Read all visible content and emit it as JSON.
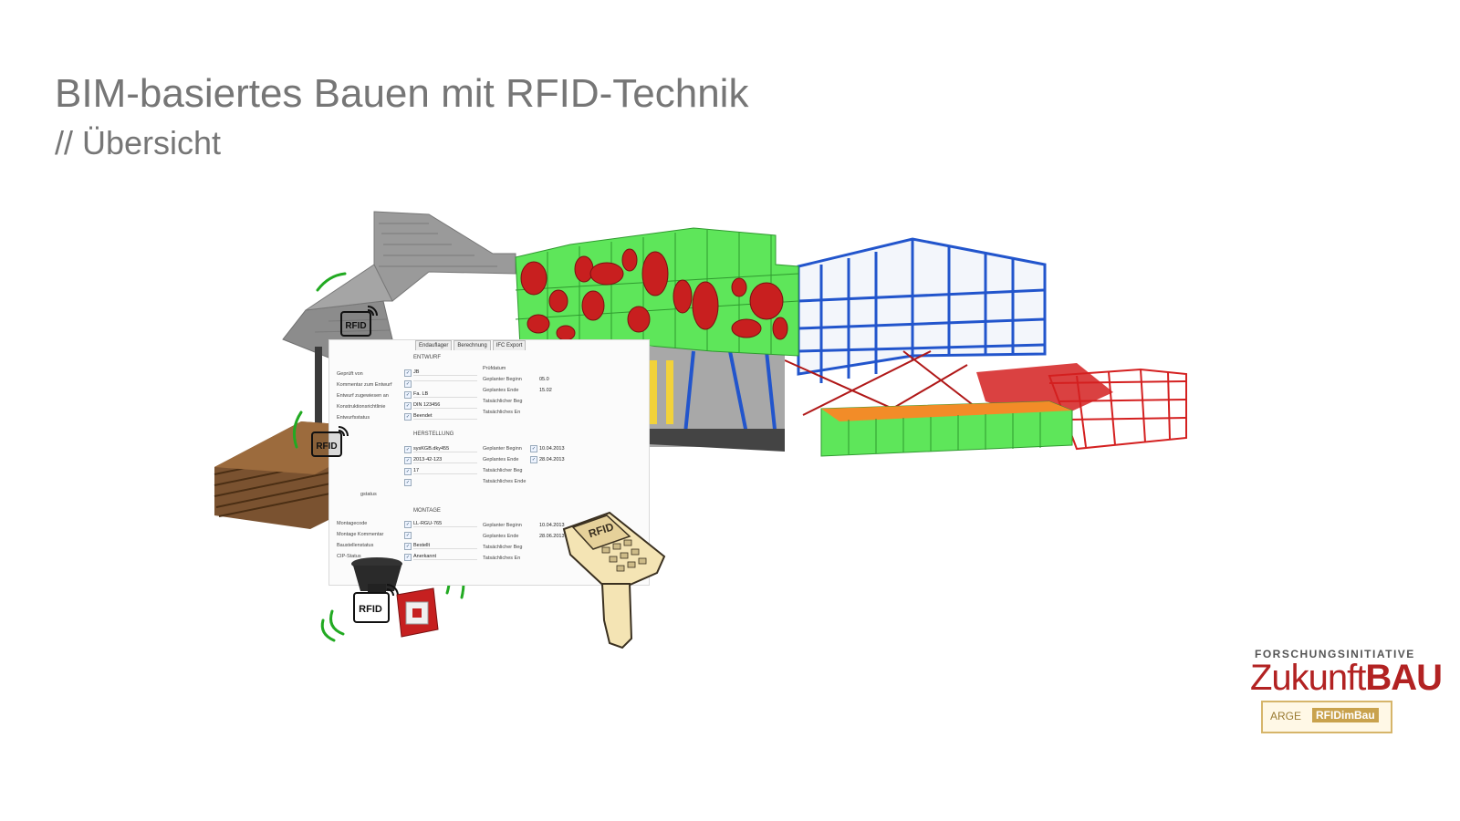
{
  "slide": {
    "title": "BIM-basiertes Bauen mit RFID-Technik",
    "subtitle": "// Übersicht"
  },
  "form": {
    "tabs": [
      "Endauflager",
      "Berechnung",
      "IFC Export"
    ],
    "sections": {
      "entwurf": "ENTWURF",
      "herstellung": "HERSTELLUNG",
      "montage": "MONTAGE"
    },
    "rows_left": [
      {
        "label": "Geprüft von",
        "value": "JB"
      },
      {
        "label": "Kommentar zum Entwurf",
        "value": ""
      },
      {
        "label": "Entwurf zugewiesen an",
        "value": "Fa. LB"
      },
      {
        "label": "Konstruktionsrichtlinie",
        "value": "DIN 123456"
      },
      {
        "label": "Entwurfsstatus",
        "value": "Beendet"
      }
    ],
    "rows_right_entwurf": [
      {
        "label": "Prüfdatum",
        "value": ""
      },
      {
        "label": "Geplanter Beginn",
        "value": "05.0"
      },
      {
        "label": "Geplantes Ende",
        "value": "15.02"
      },
      {
        "label": "Tatsächlicher Beg",
        "value": ""
      },
      {
        "label": "Tatsächliches En",
        "value": ""
      }
    ],
    "rows_herstellung": [
      {
        "label": "",
        "value": "sysKGB.dky455"
      },
      {
        "label": "",
        "value": "2013-42-123"
      },
      {
        "label": "",
        "value": "17"
      },
      {
        "label": "",
        "value": ""
      },
      {
        "label": "gstatus",
        "value": ""
      }
    ],
    "rows_right_herstellung": [
      {
        "label": "Geplanter Beginn",
        "value": "10.04.2013"
      },
      {
        "label": "Geplantes Ende",
        "value": "28.04.2013"
      },
      {
        "label": "Tatsächlicher Beg",
        "value": ""
      },
      {
        "label": "Tatsächliches Ende",
        "value": ""
      }
    ],
    "rows_montage": [
      {
        "label": "Montagecode",
        "value": "LL-RGU-765"
      },
      {
        "label": "Montage Kommentar",
        "value": ""
      },
      {
        "label": "Baustellenstatus",
        "value": "Bestellt"
      },
      {
        "label": "CIP-Status",
        "value": "Anerkannt"
      }
    ],
    "rows_right_montage": [
      {
        "label": "Geplanter Beginn",
        "value": "10.04.2013"
      },
      {
        "label": "Geplantes Ende",
        "value": "28.06.2013"
      },
      {
        "label": "Tatsächlicher Beg",
        "value": ""
      },
      {
        "label": "Tatsächliches En",
        "value": ""
      }
    ]
  },
  "tags": {
    "rfid_label": "RFID"
  },
  "logo": {
    "line1": "FORSCHUNGSINITIATIVE",
    "line2": "Zukunft",
    "line2b": "BAU",
    "arge": "ARGE",
    "rfidimbau": "RFIDimBau"
  },
  "colors": {
    "title": "#767676",
    "green_panel": "#5ee65a",
    "red_steel": "#d42020",
    "blue_steel": "#2255cc",
    "wood": "#7a5230",
    "signal": "#22aa22",
    "logo_red": "#b22222",
    "logo_gold": "#c9a24d"
  }
}
